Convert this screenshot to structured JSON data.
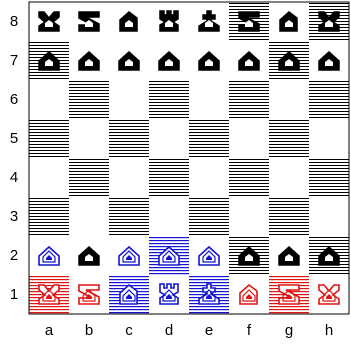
{
  "board": {
    "files": [
      "a",
      "b",
      "c",
      "d",
      "e",
      "f",
      "g",
      "h"
    ],
    "ranks": [
      "8",
      "7",
      "6",
      "5",
      "4",
      "3",
      "2",
      "1"
    ],
    "squares": [
      [
        {
          "piece": "rook",
          "color": "black",
          "bg": "white"
        },
        {
          "piece": "bishop",
          "color": "black",
          "bg": "white"
        },
        {
          "piece": "knight",
          "color": "black",
          "bg": "white"
        },
        {
          "piece": "queen",
          "color": "black",
          "bg": "white"
        },
        {
          "piece": "king",
          "color": "black",
          "bg": "white"
        },
        {
          "piece": "bishop",
          "color": "black",
          "bg": "black"
        },
        {
          "piece": "knight",
          "color": "black",
          "bg": "white"
        },
        {
          "piece": "rook",
          "color": "black",
          "bg": "black"
        }
      ],
      [
        {
          "piece": "pawn",
          "color": "black",
          "bg": "black"
        },
        {
          "piece": "pawn",
          "color": "black",
          "bg": "white"
        },
        {
          "piece": "pawn",
          "color": "black",
          "bg": "white"
        },
        {
          "piece": "pawn",
          "color": "black",
          "bg": "white"
        },
        {
          "piece": "pawn",
          "color": "black",
          "bg": "white"
        },
        {
          "piece": "pawn",
          "color": "black",
          "bg": "white"
        },
        {
          "piece": "pawn",
          "color": "black",
          "bg": "black"
        },
        {
          "piece": "pawn",
          "color": "black",
          "bg": "white"
        }
      ],
      [
        {
          "piece": "",
          "color": "",
          "bg": "white"
        },
        {
          "piece": "",
          "color": "",
          "bg": "black"
        },
        {
          "piece": "",
          "color": "",
          "bg": "white"
        },
        {
          "piece": "",
          "color": "",
          "bg": "black"
        },
        {
          "piece": "",
          "color": "",
          "bg": "white"
        },
        {
          "piece": "",
          "color": "",
          "bg": "black"
        },
        {
          "piece": "",
          "color": "",
          "bg": "white"
        },
        {
          "piece": "",
          "color": "",
          "bg": "black"
        }
      ],
      [
        {
          "piece": "",
          "color": "",
          "bg": "black"
        },
        {
          "piece": "",
          "color": "",
          "bg": "white"
        },
        {
          "piece": "",
          "color": "",
          "bg": "black"
        },
        {
          "piece": "",
          "color": "",
          "bg": "white"
        },
        {
          "piece": "",
          "color": "",
          "bg": "black"
        },
        {
          "piece": "",
          "color": "",
          "bg": "white"
        },
        {
          "piece": "",
          "color": "",
          "bg": "black"
        },
        {
          "piece": "",
          "color": "",
          "bg": "white"
        }
      ],
      [
        {
          "piece": "",
          "color": "",
          "bg": "white"
        },
        {
          "piece": "",
          "color": "",
          "bg": "black"
        },
        {
          "piece": "",
          "color": "",
          "bg": "white"
        },
        {
          "piece": "",
          "color": "",
          "bg": "black"
        },
        {
          "piece": "",
          "color": "",
          "bg": "white"
        },
        {
          "piece": "",
          "color": "",
          "bg": "black"
        },
        {
          "piece": "",
          "color": "",
          "bg": "white"
        },
        {
          "piece": "",
          "color": "",
          "bg": "black"
        }
      ],
      [
        {
          "piece": "",
          "color": "",
          "bg": "black"
        },
        {
          "piece": "",
          "color": "",
          "bg": "white"
        },
        {
          "piece": "",
          "color": "",
          "bg": "black"
        },
        {
          "piece": "",
          "color": "",
          "bg": "white"
        },
        {
          "piece": "",
          "color": "",
          "bg": "black"
        },
        {
          "piece": "",
          "color": "",
          "bg": "white"
        },
        {
          "piece": "",
          "color": "",
          "bg": "black"
        },
        {
          "piece": "",
          "color": "",
          "bg": "white"
        }
      ],
      [
        {
          "piece": "pawn",
          "color": "blue",
          "bg": "white"
        },
        {
          "piece": "pawn",
          "color": "black",
          "bg": "white"
        },
        {
          "piece": "pawn",
          "color": "blue",
          "bg": "white"
        },
        {
          "piece": "pawn",
          "color": "blue",
          "bg": "blue"
        },
        {
          "piece": "pawn",
          "color": "blue",
          "bg": "white"
        },
        {
          "piece": "pawn",
          "color": "black",
          "bg": "black"
        },
        {
          "piece": "pawn",
          "color": "black",
          "bg": "white"
        },
        {
          "piece": "pawn",
          "color": "black",
          "bg": "black"
        }
      ],
      [
        {
          "piece": "rook",
          "color": "red",
          "bg": "red"
        },
        {
          "piece": "bishop",
          "color": "red",
          "bg": "white"
        },
        {
          "piece": "knight",
          "color": "blue",
          "bg": "blue"
        },
        {
          "piece": "queen",
          "color": "blue",
          "bg": "white"
        },
        {
          "piece": "king",
          "color": "blue",
          "bg": "blue"
        },
        {
          "piece": "knight",
          "color": "red",
          "bg": "white"
        },
        {
          "piece": "bishop",
          "color": "red",
          "bg": "red"
        },
        {
          "piece": "rook",
          "color": "red",
          "bg": "white"
        }
      ]
    ]
  },
  "colors": {
    "black": "#000000",
    "blue": "#1414d2",
    "red": "#e01414",
    "white": "#ffffff"
  }
}
